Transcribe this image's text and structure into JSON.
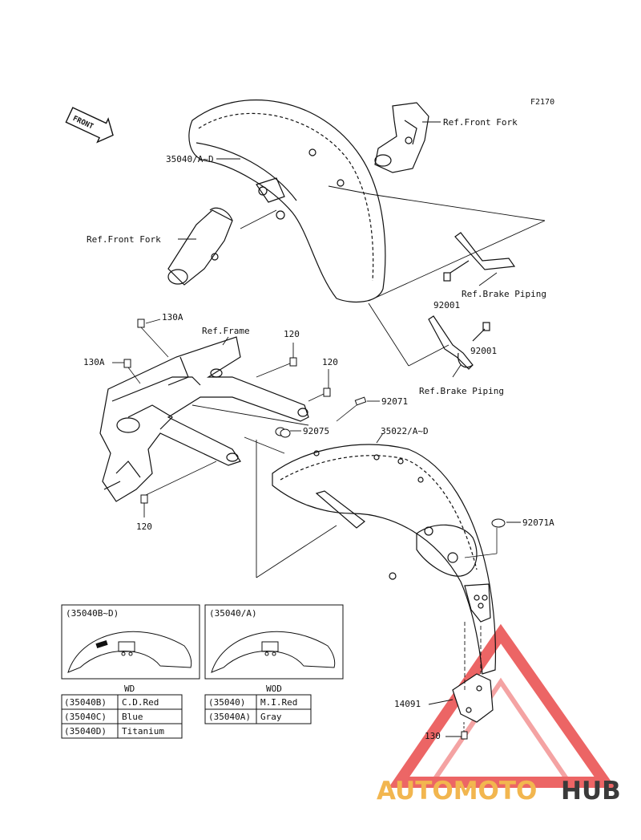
{
  "diagram": {
    "code": "F2170",
    "front_arrow": "FRONT",
    "labels": {
      "front_fender": "35040/A~D",
      "ref_front_fork_left": "Ref.Front Fork",
      "ref_front_fork_right": "Ref.Front Fork",
      "ref_brake_piping_upper": "Ref.Brake Piping",
      "ref_brake_piping_lower": "Ref.Brake Piping",
      "bolt_92001_upper": "92001",
      "bolt_92001_lower": "92001",
      "bolt_130a_top": "130A",
      "bolt_130a_left": "130A",
      "ref_frame": "Ref.Frame",
      "bolt_120_a": "120",
      "bolt_120_b": "120",
      "bolt_120_c": "120",
      "pin_92071": "92071",
      "part_92075": "92075",
      "rear_fender": "35022/A~D",
      "cap_92071a": "92071A",
      "bracket_14091": "14091",
      "bolt_130": "130"
    }
  },
  "variant_boxes": [
    {
      "title": "(35040B~D)",
      "caption": "WD",
      "rows": [
        {
          "part": "(35040B)",
          "color": "C.D.Red"
        },
        {
          "part": "(35040C)",
          "color": "Blue"
        },
        {
          "part": "(35040D)",
          "color": "Titanium"
        }
      ]
    },
    {
      "title": "(35040/A)",
      "caption": "WOD",
      "rows": [
        {
          "part": "(35040)",
          "color": "M.I.Red"
        },
        {
          "part": "(35040A)",
          "color": "Gray"
        }
      ]
    }
  ],
  "watermark": {
    "part1": "AUTOMOTO",
    "part2": "HUB",
    "colors": {
      "accent": "#e94b4b",
      "orange": "#f2b64f",
      "dark": "#3a3a3a"
    }
  }
}
